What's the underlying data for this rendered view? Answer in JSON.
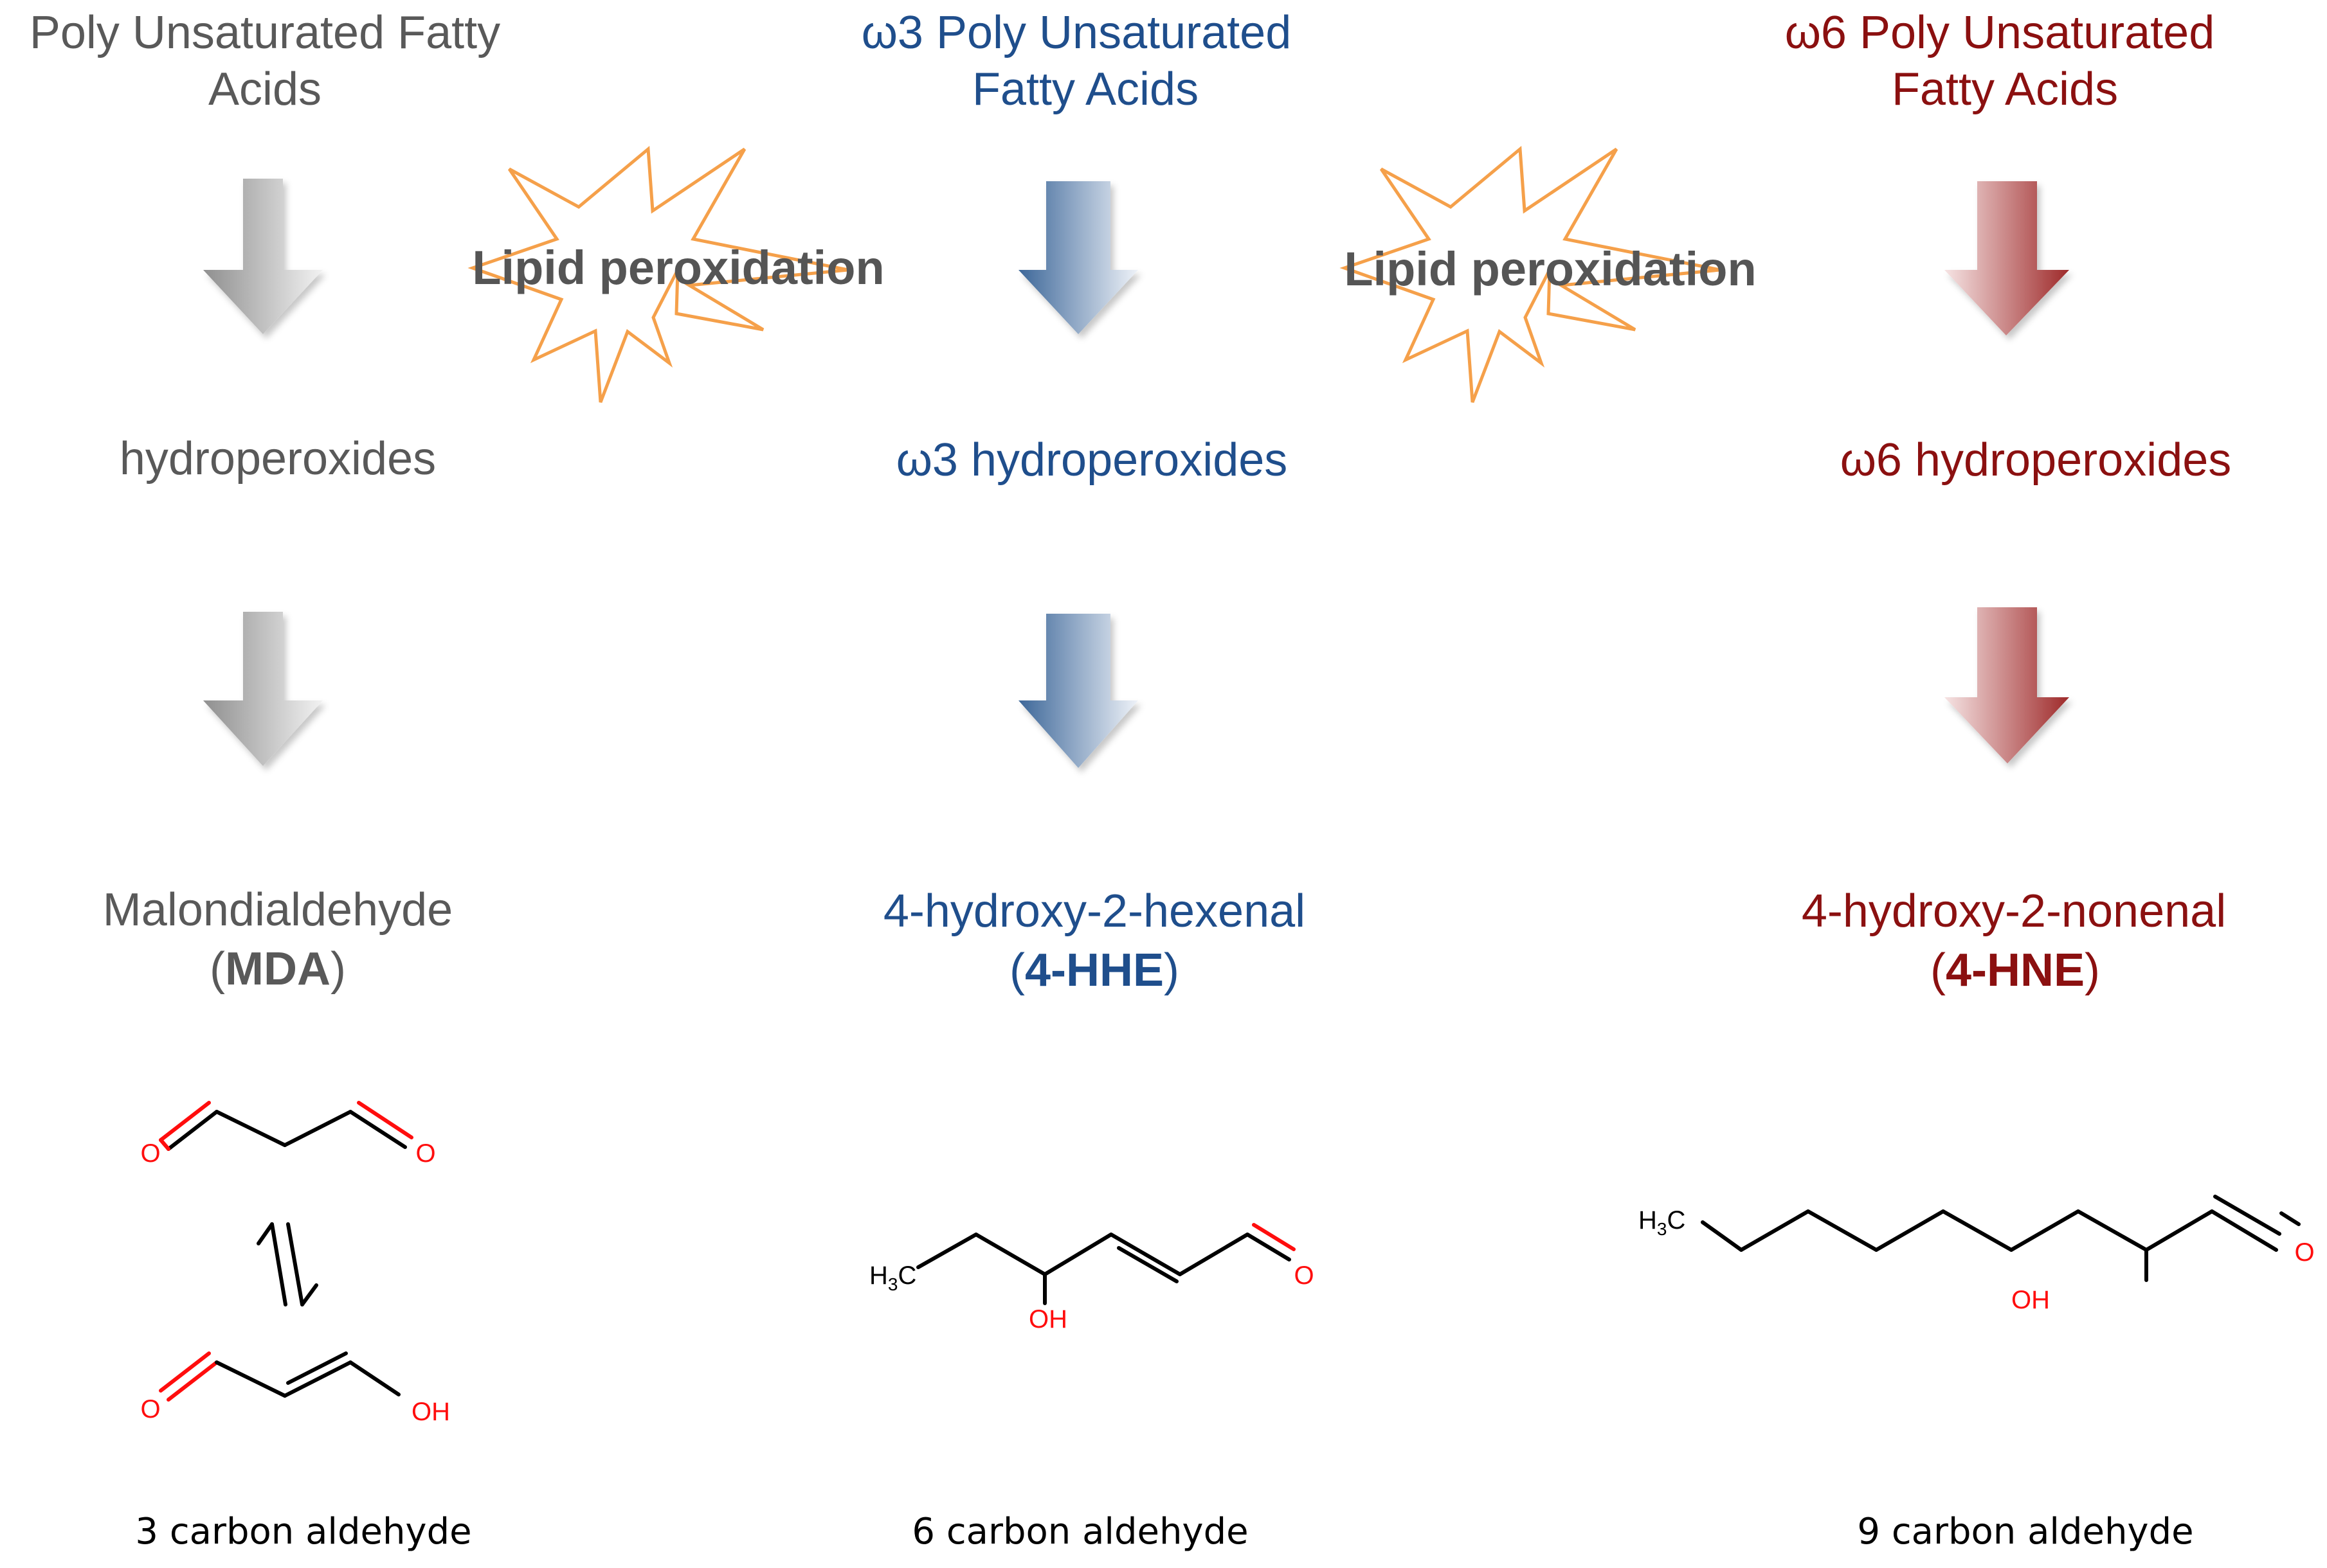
{
  "colors": {
    "gray": "#595959",
    "blue": "#1F4E8C",
    "red": "#8B1010",
    "burst_stroke": "#F5A04A",
    "oxygen": "#FF0D0D"
  },
  "columns": [
    {
      "id": "pufa",
      "color": "gray",
      "heading_line1": "Poly Unsaturated Fatty",
      "heading_line2": "Acids",
      "intermediate": "hydroperoxides",
      "product_name": "Malondialdehyde",
      "product_abbr_open": "(",
      "product_abbr": "MDA",
      "product_abbr_close": ")",
      "caption": "3 carbon aldehyde"
    },
    {
      "id": "omega3",
      "color": "blue",
      "heading_line1": "ω3 Poly Unsaturated",
      "heading_line2": "Fatty Acids",
      "intermediate": "ω3 hydroperoxides",
      "product_name": "4-hydroxy-2-hexenal",
      "product_abbr_open": "(",
      "product_abbr": "4-HHE",
      "product_abbr_close": ")",
      "caption": "6 carbon aldehyde"
    },
    {
      "id": "omega6",
      "color": "red",
      "heading_line1": "ω6 Poly Unsaturated",
      "heading_line2": "Fatty Acids",
      "intermediate": "ω6 hydroperoxides",
      "product_name": "4-hydroxy-2-nonenal",
      "product_abbr_open": "(",
      "product_abbr": "4-HNE",
      "product_abbr_close": ")",
      "caption": "9 carbon aldehyde"
    }
  ],
  "process_labels": [
    "Lipid peroxidation",
    "Lipid peroxidation"
  ],
  "atoms": {
    "oxygen": "O",
    "hydroxyl": "OH",
    "methyl_h": "H",
    "methyl_sub": "3",
    "methyl_c": "C"
  }
}
